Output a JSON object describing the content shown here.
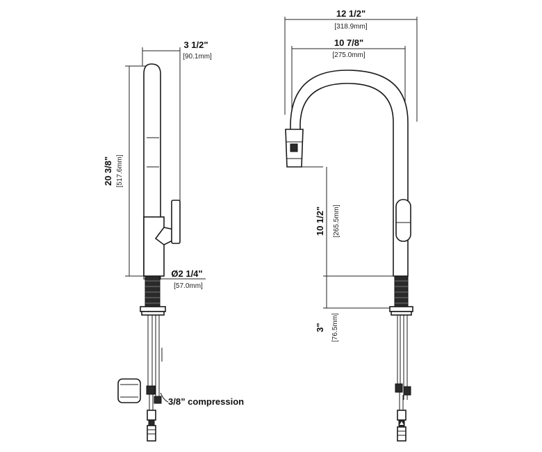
{
  "side_view": {
    "reach": {
      "value": "3 1/2\"",
      "mm": "[90.1mm]"
    },
    "height": {
      "value": "20 3/8\"",
      "mm": "[517.6mm]"
    },
    "base_diameter": {
      "value": "Ø2 1/4\"",
      "mm": "[57.0mm]"
    },
    "connection_label": "3/8” compression"
  },
  "front_view": {
    "overall_width": {
      "value": "12 1/2\"",
      "mm": "[318.9mm]"
    },
    "spout_reach": {
      "value": "10 7/8\"",
      "mm": "[275.0mm]"
    },
    "spout_height": {
      "value": "10 1/2\"",
      "mm": "[265.5mm]"
    },
    "deck_height": {
      "value": "3\"",
      "mm": "[76.5mm]"
    }
  }
}
